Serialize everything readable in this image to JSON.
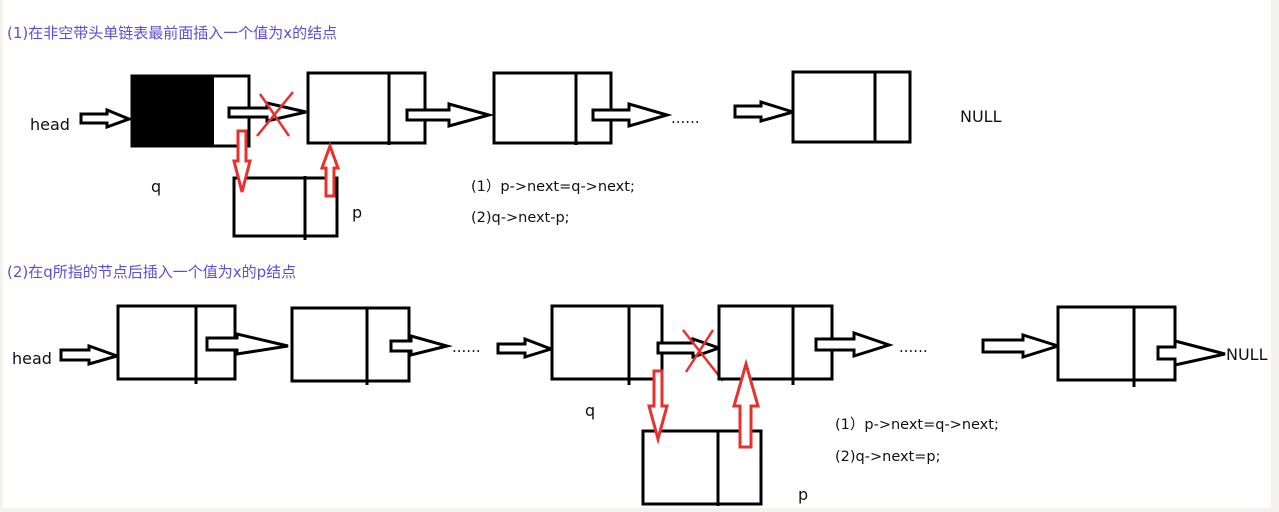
{
  "section1": {
    "title": "(1)在非空带头单链表最前面插入一个值为x的结点",
    "head_label": "head",
    "q_label": "q",
    "p_label": "p",
    "ellipsis": "......",
    "null_label": "NULL",
    "steps": [
      "(1）p->next=q->next;",
      "(2)q->next-p;"
    ]
  },
  "section2": {
    "title": "(2)在q所指的节点后插入一个值为x的p结点",
    "head_label": "head",
    "q_label": "q",
    "p_label": "p",
    "ellipsis_1": "......",
    "ellipsis_2": "......",
    "null_label": "NULL",
    "steps": [
      "(1）p->next=q->next;",
      "(2)q->next=p;"
    ]
  },
  "colors": {
    "title": "#5b4fd4",
    "pointer_change": "#e8302e",
    "node_stroke": "#000000",
    "page_frame": "#f3f2ee"
  }
}
